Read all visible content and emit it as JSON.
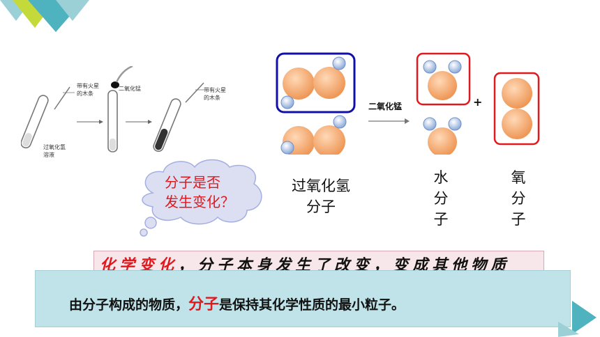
{
  "apparatus": {
    "label_glowing_splint_1": "带有火星\n的木条",
    "label_mno2": "二氧化锰",
    "label_glowing_splint_2": "带有火星\n的木条",
    "label_h2o2_solution": "过氧化氢\n溶液"
  },
  "cloud_question": "分子是否\n发生变化？",
  "reaction": {
    "catalyst_label": "二氧化锰",
    "plus": "+",
    "h2o2_label": "过氧化氢\n分子",
    "water_label": "水\n分\n子",
    "oxygen_label": "氧\n分\n子"
  },
  "strip": {
    "term": "化学变化",
    "rest": "，分子本身发生了改变，变成其他物质"
  },
  "banner": {
    "before": "由分子构成的物质，",
    "highlight": "分子",
    "after": "是保持其化学性质的最小粒子。"
  },
  "colors": {
    "red": "#e0191e",
    "blue": "#1010a8",
    "teal": "#5bb7c4",
    "atom_orange": "#f2a66d"
  }
}
